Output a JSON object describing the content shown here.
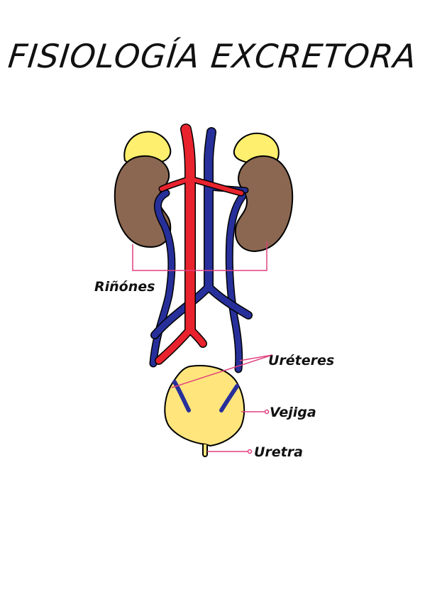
{
  "title": "FISIOLOGÍA EXCRETORA",
  "labels": {
    "kidneys": "Riñónes",
    "ureters": "Uréteres",
    "bladder": "Vejiga",
    "urethra": "Uretra"
  },
  "colors": {
    "kidney": "#8b6751",
    "adrenal": "#ffef6e",
    "artery": "#e8232d",
    "vein": "#27309a",
    "bladder": "#ffe57c",
    "leader": "#e0407f"
  }
}
